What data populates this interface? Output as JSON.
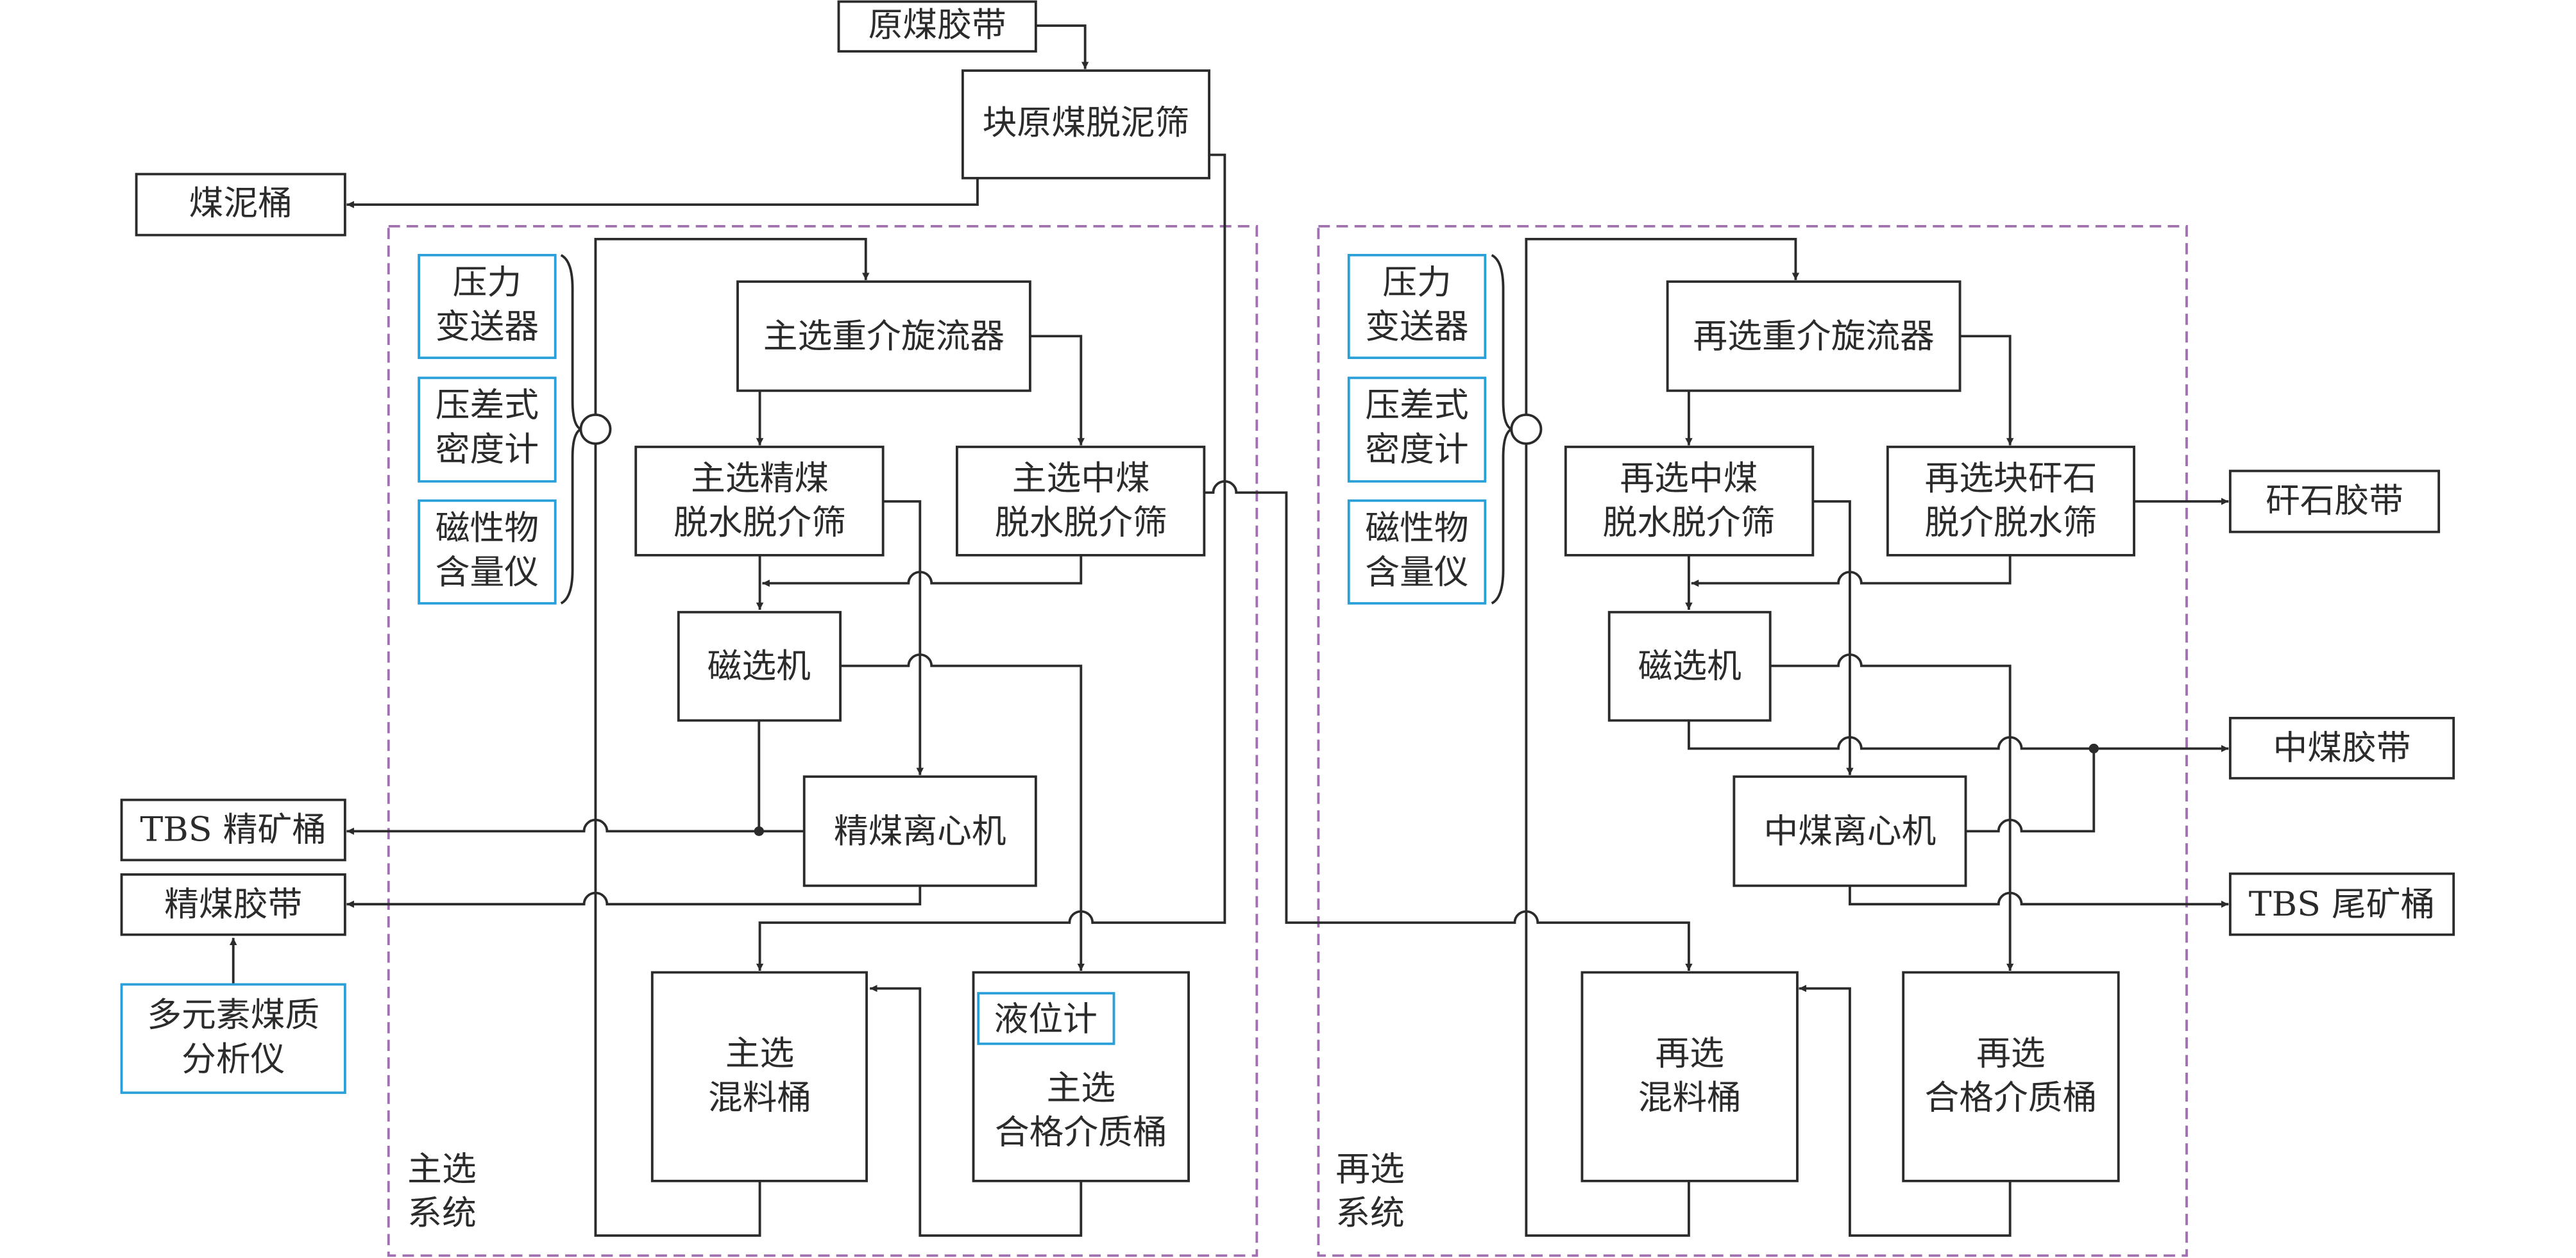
{
  "colors": {
    "line": "#2b2b2b",
    "instrument_border": "#2a9fd8",
    "system_border": "#a070b0"
  },
  "top": {
    "raw_coal_belt": "原煤胶带",
    "desliming_screen": "块原煤脱泥筛",
    "slime_bucket": "煤泥桶"
  },
  "left_outputs": {
    "tbs_concentrate": "TBS 精矿桶",
    "clean_coal_belt": "精煤胶带",
    "analyzer": [
      "多元素煤质",
      "分析仪"
    ]
  },
  "main": {
    "system_label": [
      "主选",
      "系统"
    ],
    "instruments": [
      [
        "压力",
        "变送器"
      ],
      [
        "压差式",
        "密度计"
      ],
      [
        "磁性物",
        "含量仪"
      ]
    ],
    "cyclone": "主选重介旋流器",
    "clean_screen": [
      "主选精煤",
      "脱水脱介筛"
    ],
    "middling_screen": [
      "主选中煤",
      "脱水脱介筛"
    ],
    "magnetic_separator": "磁选机",
    "centrifuge": "精煤离心机",
    "mixing_tank": [
      "主选",
      "混料桶"
    ],
    "medium_tank": [
      "主选",
      "合格介质桶"
    ],
    "level_meter": "液位计"
  },
  "re": {
    "system_label": [
      "再选",
      "系统"
    ],
    "instruments": [
      [
        "压力",
        "变送器"
      ],
      [
        "压差式",
        "密度计"
      ],
      [
        "磁性物",
        "含量仪"
      ]
    ],
    "cyclone": "再选重介旋流器",
    "middling_screen": [
      "再选中煤",
      "脱水脱介筛"
    ],
    "gangue_screen": [
      "再选块矸石",
      "脱介脱水筛"
    ],
    "magnetic_separator": "磁选机",
    "centrifuge": "中煤离心机",
    "mixing_tank": [
      "再选",
      "混料桶"
    ],
    "medium_tank": [
      "再选",
      "合格介质桶"
    ]
  },
  "right_outputs": {
    "gangue_belt": "矸石胶带",
    "middling_belt": "中煤胶带",
    "tbs_tailings": "TBS 尾矿桶"
  }
}
